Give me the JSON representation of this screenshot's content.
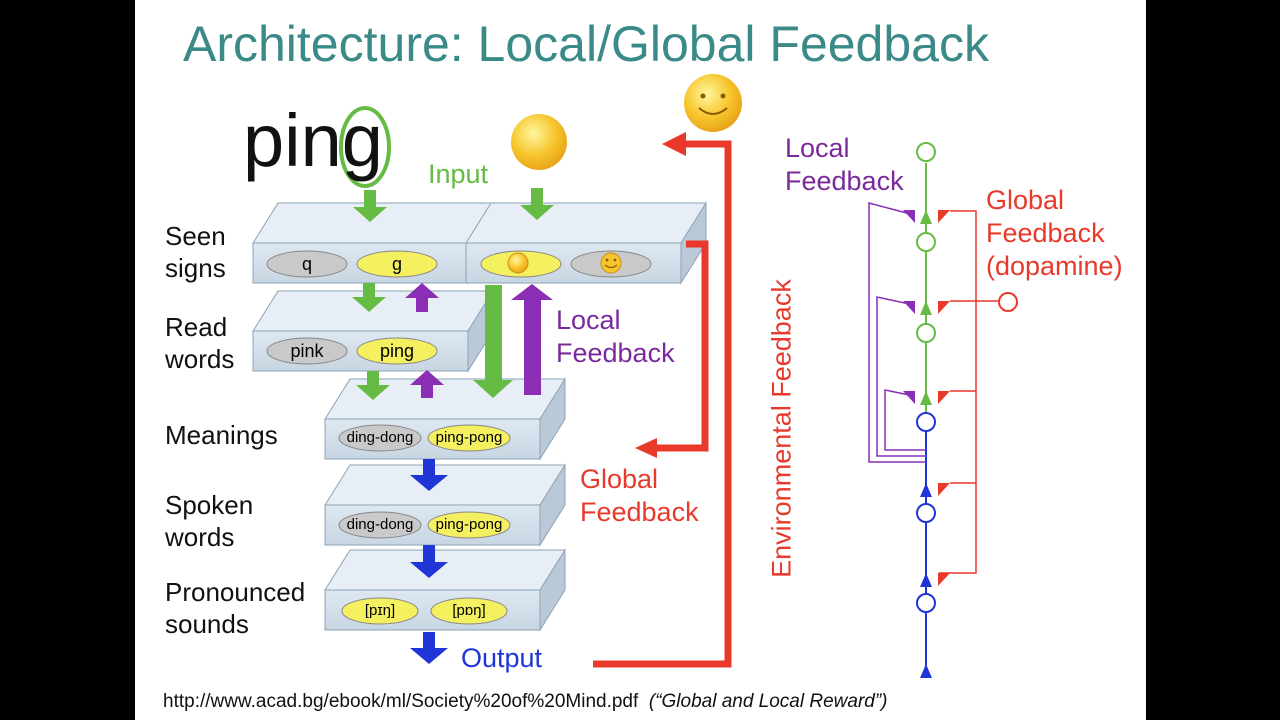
{
  "title": "Architecture: Local/Global Feedback",
  "stimulus_word": "ping",
  "input_label": "Input",
  "output_label": "Output",
  "layers": [
    {
      "label_line1": "Seen",
      "label_line2": "signs",
      "items": [
        "q",
        "g"
      ]
    },
    {
      "label_line1": "Read",
      "label_line2": "words",
      "items": [
        "pink",
        "ping"
      ]
    },
    {
      "label_line1": "Meanings",
      "label_line2": "",
      "items": [
        "ding-dong",
        "ping-pong"
      ]
    },
    {
      "label_line1": "Spoken",
      "label_line2": "words",
      "items": [
        "ding-dong",
        "ping-pong"
      ]
    },
    {
      "label_line1": "Pronounced",
      "label_line2": "sounds",
      "items": [
        "[pɪŋ]",
        "[pɒŋ]"
      ]
    }
  ],
  "center_local_feedback": {
    "line1": "Local",
    "line2": "Feedback"
  },
  "center_global_feedback": {
    "line1": "Global",
    "line2": "Feedback"
  },
  "environmental_feedback": "Environmental Feedback",
  "right_local_feedback": {
    "line1": "Local",
    "line2": "Feedback"
  },
  "right_global_feedback": {
    "line1": "Global",
    "line2": "Feedback",
    "line3": "(dopamine)"
  },
  "source": {
    "url": "http://www.acad.bg/ebook/ml/Society%20of%20Mind.pdf",
    "note": "(“Global and Local Reward”)"
  },
  "colors": {
    "title": "#3a8a87",
    "input_green": "#66bb44",
    "local_purple": "#7a2a9c",
    "global_red": "#e8392b",
    "output_blue": "#1f35d6",
    "highlight_yellow": "#f5f060",
    "panel_blue": "#d7e3ee"
  }
}
